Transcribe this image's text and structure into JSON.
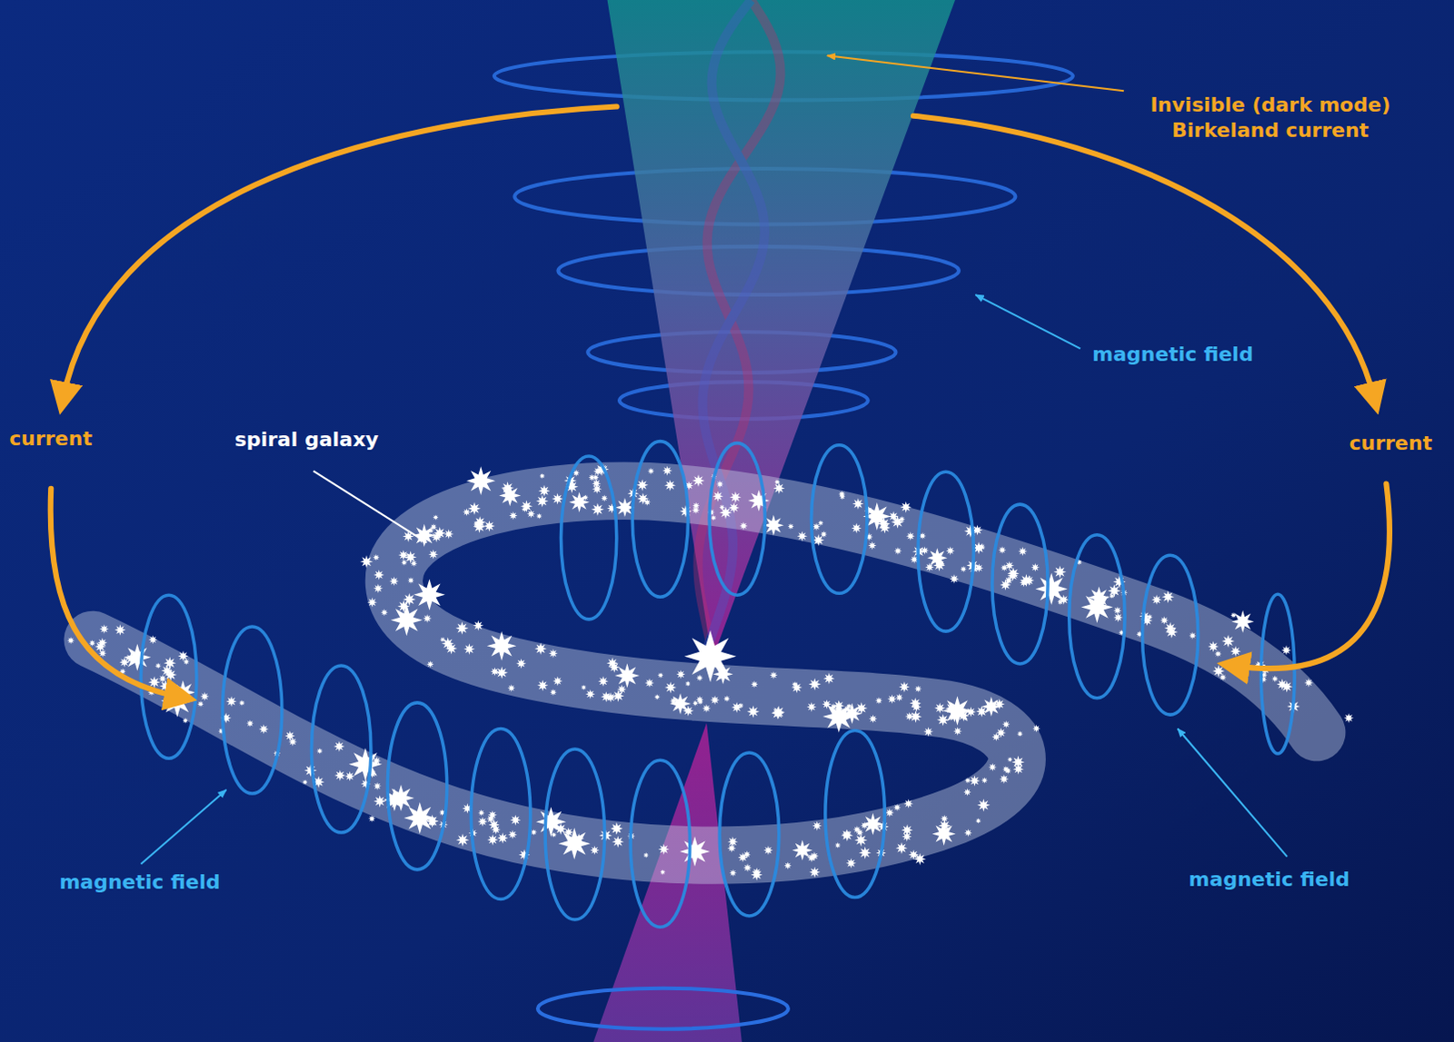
{
  "diagram": {
    "labels": [
      "Invisible (dark mode) Birkeland current",
      "magnetic field",
      "current",
      "current",
      "spiral galaxy",
      "magnetic field",
      "magnetic field"
    ]
  }
}
